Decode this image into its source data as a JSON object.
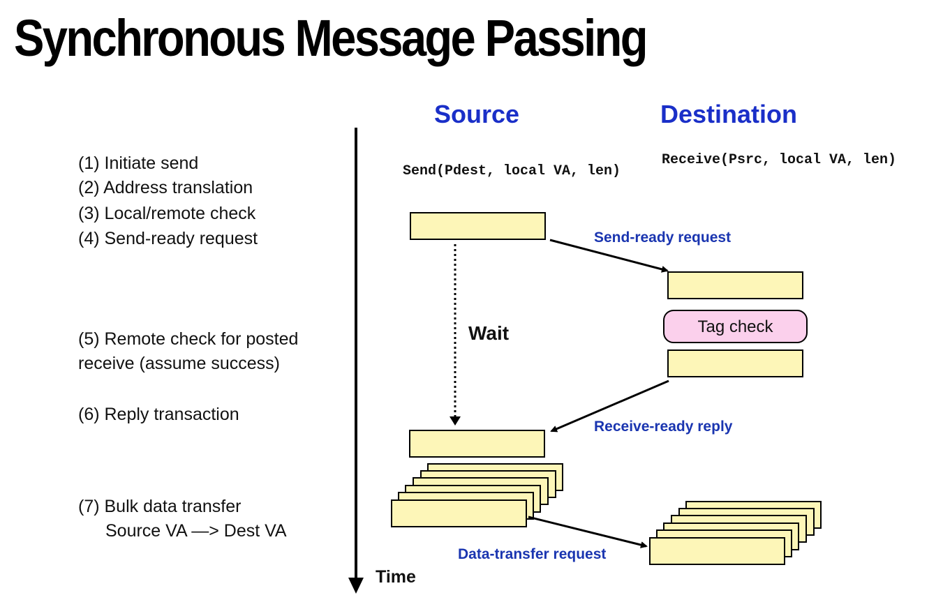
{
  "title": "Synchronous Message Passing",
  "columns": {
    "source": "Source",
    "destination": "Destination"
  },
  "calls": {
    "send": "Send(Pdest, local VA, len)",
    "receive": "Receive(Psrc, local VA, len)"
  },
  "steps": {
    "s1": "(1) Initiate send",
    "s2": "(2) Address translation",
    "s3": "(3) Local/remote check",
    "s4": "(4) Send-ready request",
    "s5a": "(5) Remote check for posted",
    "s5b": "receive (assume success)",
    "s6": "(6) Reply transaction",
    "s7a": "(7) Bulk data transfer",
    "s7b": "Source VA —> Dest VA"
  },
  "labels": {
    "send_ready": "Send-ready request",
    "wait": "Wait",
    "receive_ready": "Receive-ready reply",
    "data_transfer": "Data-transfer request",
    "time": "Time",
    "tag_check": "Tag check"
  },
  "colors": {
    "header_blue": "#1a2fc8",
    "label_blue": "#1a35b0",
    "box_fill": "#fdf6b8",
    "tag_fill": "#fbd0ec"
  }
}
